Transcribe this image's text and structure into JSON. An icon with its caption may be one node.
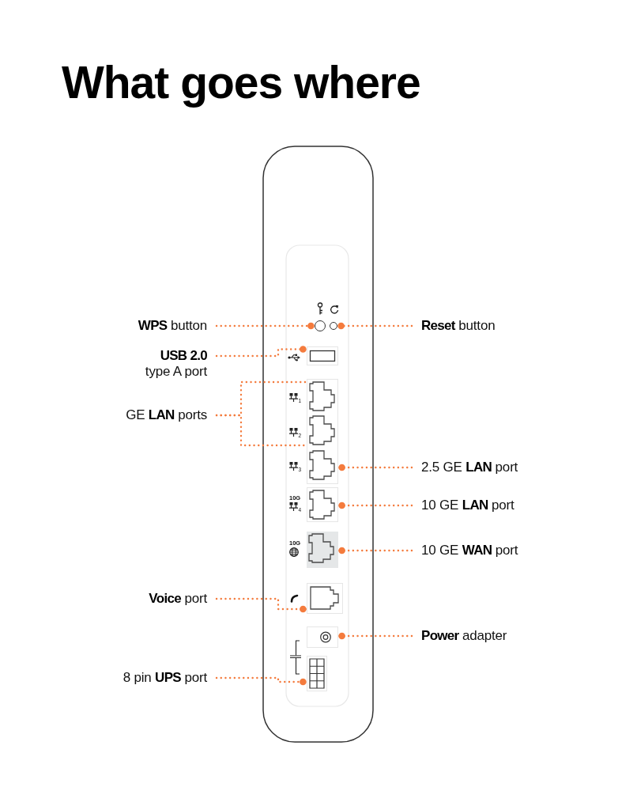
{
  "diagram": {
    "title": "What goes where",
    "nodes": [
      {
        "text": [
          "**WPS** button"
        ]
      },
      {
        "text": [],
        "shape": "circle"
      },
      {
        "text": [
          "**Reset** button"
        ]
      },
      {
        "text": [],
        "shape": "circle"
      },
      {
        "text": [
          "**USB 2.0** type A port"
        ]
      },
      {
        "text": [],
        "shape": "box"
      },
      {
        "text": [
          "GE **LAN** ports"
        ]
      },
      {
        "text": [],
        "shape": "box"
      },
      {
        "text": [],
        "shape": "box"
      },
      {
        "text": [
          "2.5 GE **LAN** port"
        ]
      },
      {
        "text": [],
        "shape": "box"
      },
      {
        "text": [
          "10 GE **LAN** port"
        ]
      },
      {
        "text": [],
        "shape": "box"
      },
      {
        "text": [
          "10 GE **WAN** port"
        ]
      },
      {
        "text": [],
        "shape": "box"
      },
      {
        "text": [
          "**Voice** port"
        ]
      },
      {
        "text": [],
        "shape": "box"
      },
      {
        "text": [
          "**Power** adapter"
        ]
      },
      {
        "text": [],
        "shape": "box"
      },
      {
        "text": [
          "8 pin **UPS** port"
        ]
      },
      {
        "text": [],
        "shape": "box"
      }
    ],
    "edges": [
      {
        "from": 0,
        "to": 1,
        "arrow": "other"
      },
      {
        "from": 2,
        "to": 3,
        "arrow": "other"
      },
      {
        "from": 4,
        "to": 5,
        "arrow": "other"
      },
      {
        "from": 6,
        "to": 7,
        "arrow": "none"
      },
      {
        "from": 6,
        "to": 8,
        "arrow": "none"
      },
      {
        "from": 9,
        "to": 10,
        "arrow": "other"
      },
      {
        "from": 11,
        "to": 12,
        "arrow": "other"
      },
      {
        "from": 13,
        "to": 14,
        "arrow": "other"
      },
      {
        "from": 15,
        "to": 16,
        "arrow": "other"
      },
      {
        "from": 17,
        "to": 18,
        "arrow": "other"
      },
      {
        "from": 19,
        "to": 20,
        "arrow": "other"
      }
    ],
    "labels": [
      "1",
      "2",
      "3",
      "10G",
      "4",
      "10G"
    ]
  }
}
